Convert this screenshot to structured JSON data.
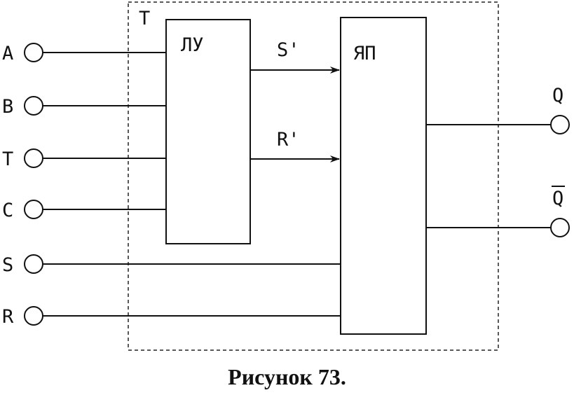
{
  "diagram": {
    "frame_label": "T",
    "logic_block_label": "ЛУ",
    "memory_block_label": "ЯП",
    "inputs": [
      "A",
      "B",
      "T",
      "C",
      "S",
      "R"
    ],
    "internal_signals": [
      "S'",
      "R'"
    ],
    "outputs": [
      "Q",
      "Q"
    ],
    "colors": {
      "ink": "#111111",
      "background": "#ffffff"
    }
  },
  "caption": "Рисунок 73."
}
